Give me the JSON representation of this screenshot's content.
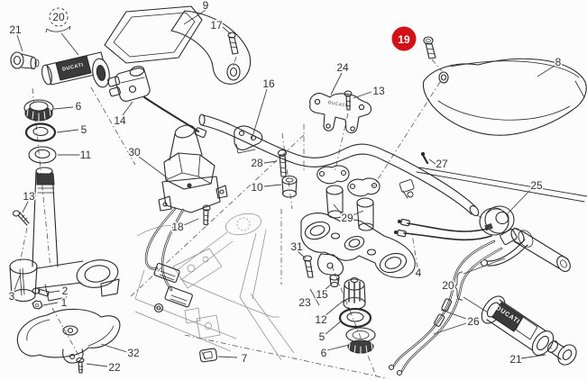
{
  "diagram": {
    "type": "exploded-parts-diagram",
    "subject": "motorcycle-handlebar-assembly",
    "brand_text": "DUCATI",
    "colors": {
      "line": "#2a2a2a",
      "label": "#333333",
      "frame_line": "#8b8b8b",
      "background": "#fcfcfc",
      "grip_fill": "#3a3a3a"
    },
    "highlight": {
      "bg_color": "#d01218",
      "text_color": "#ffffff"
    },
    "callouts": [
      {
        "label": "21"
      },
      {
        "label": "20"
      },
      {
        "label": "9"
      },
      {
        "label": "17"
      },
      {
        "label": "19",
        "highlighted": true
      },
      {
        "label": "8"
      },
      {
        "label": "24"
      },
      {
        "label": "13"
      },
      {
        "label": "16"
      },
      {
        "label": "6"
      },
      {
        "label": "14"
      },
      {
        "label": "5"
      },
      {
        "label": "30"
      },
      {
        "label": "11"
      },
      {
        "label": "28"
      },
      {
        "label": "27"
      },
      {
        "label": "10"
      },
      {
        "label": "25"
      },
      {
        "label": "13"
      },
      {
        "label": "29"
      },
      {
        "label": "18"
      },
      {
        "label": "31"
      },
      {
        "label": "4"
      },
      {
        "label": "20"
      },
      {
        "label": "2"
      },
      {
        "label": "3"
      },
      {
        "label": "15"
      },
      {
        "label": "23"
      },
      {
        "label": "1"
      },
      {
        "label": "12"
      },
      {
        "label": "26"
      },
      {
        "label": "5"
      },
      {
        "label": "32"
      },
      {
        "label": "6"
      },
      {
        "label": "7"
      },
      {
        "label": "21"
      },
      {
        "label": "22"
      }
    ]
  }
}
